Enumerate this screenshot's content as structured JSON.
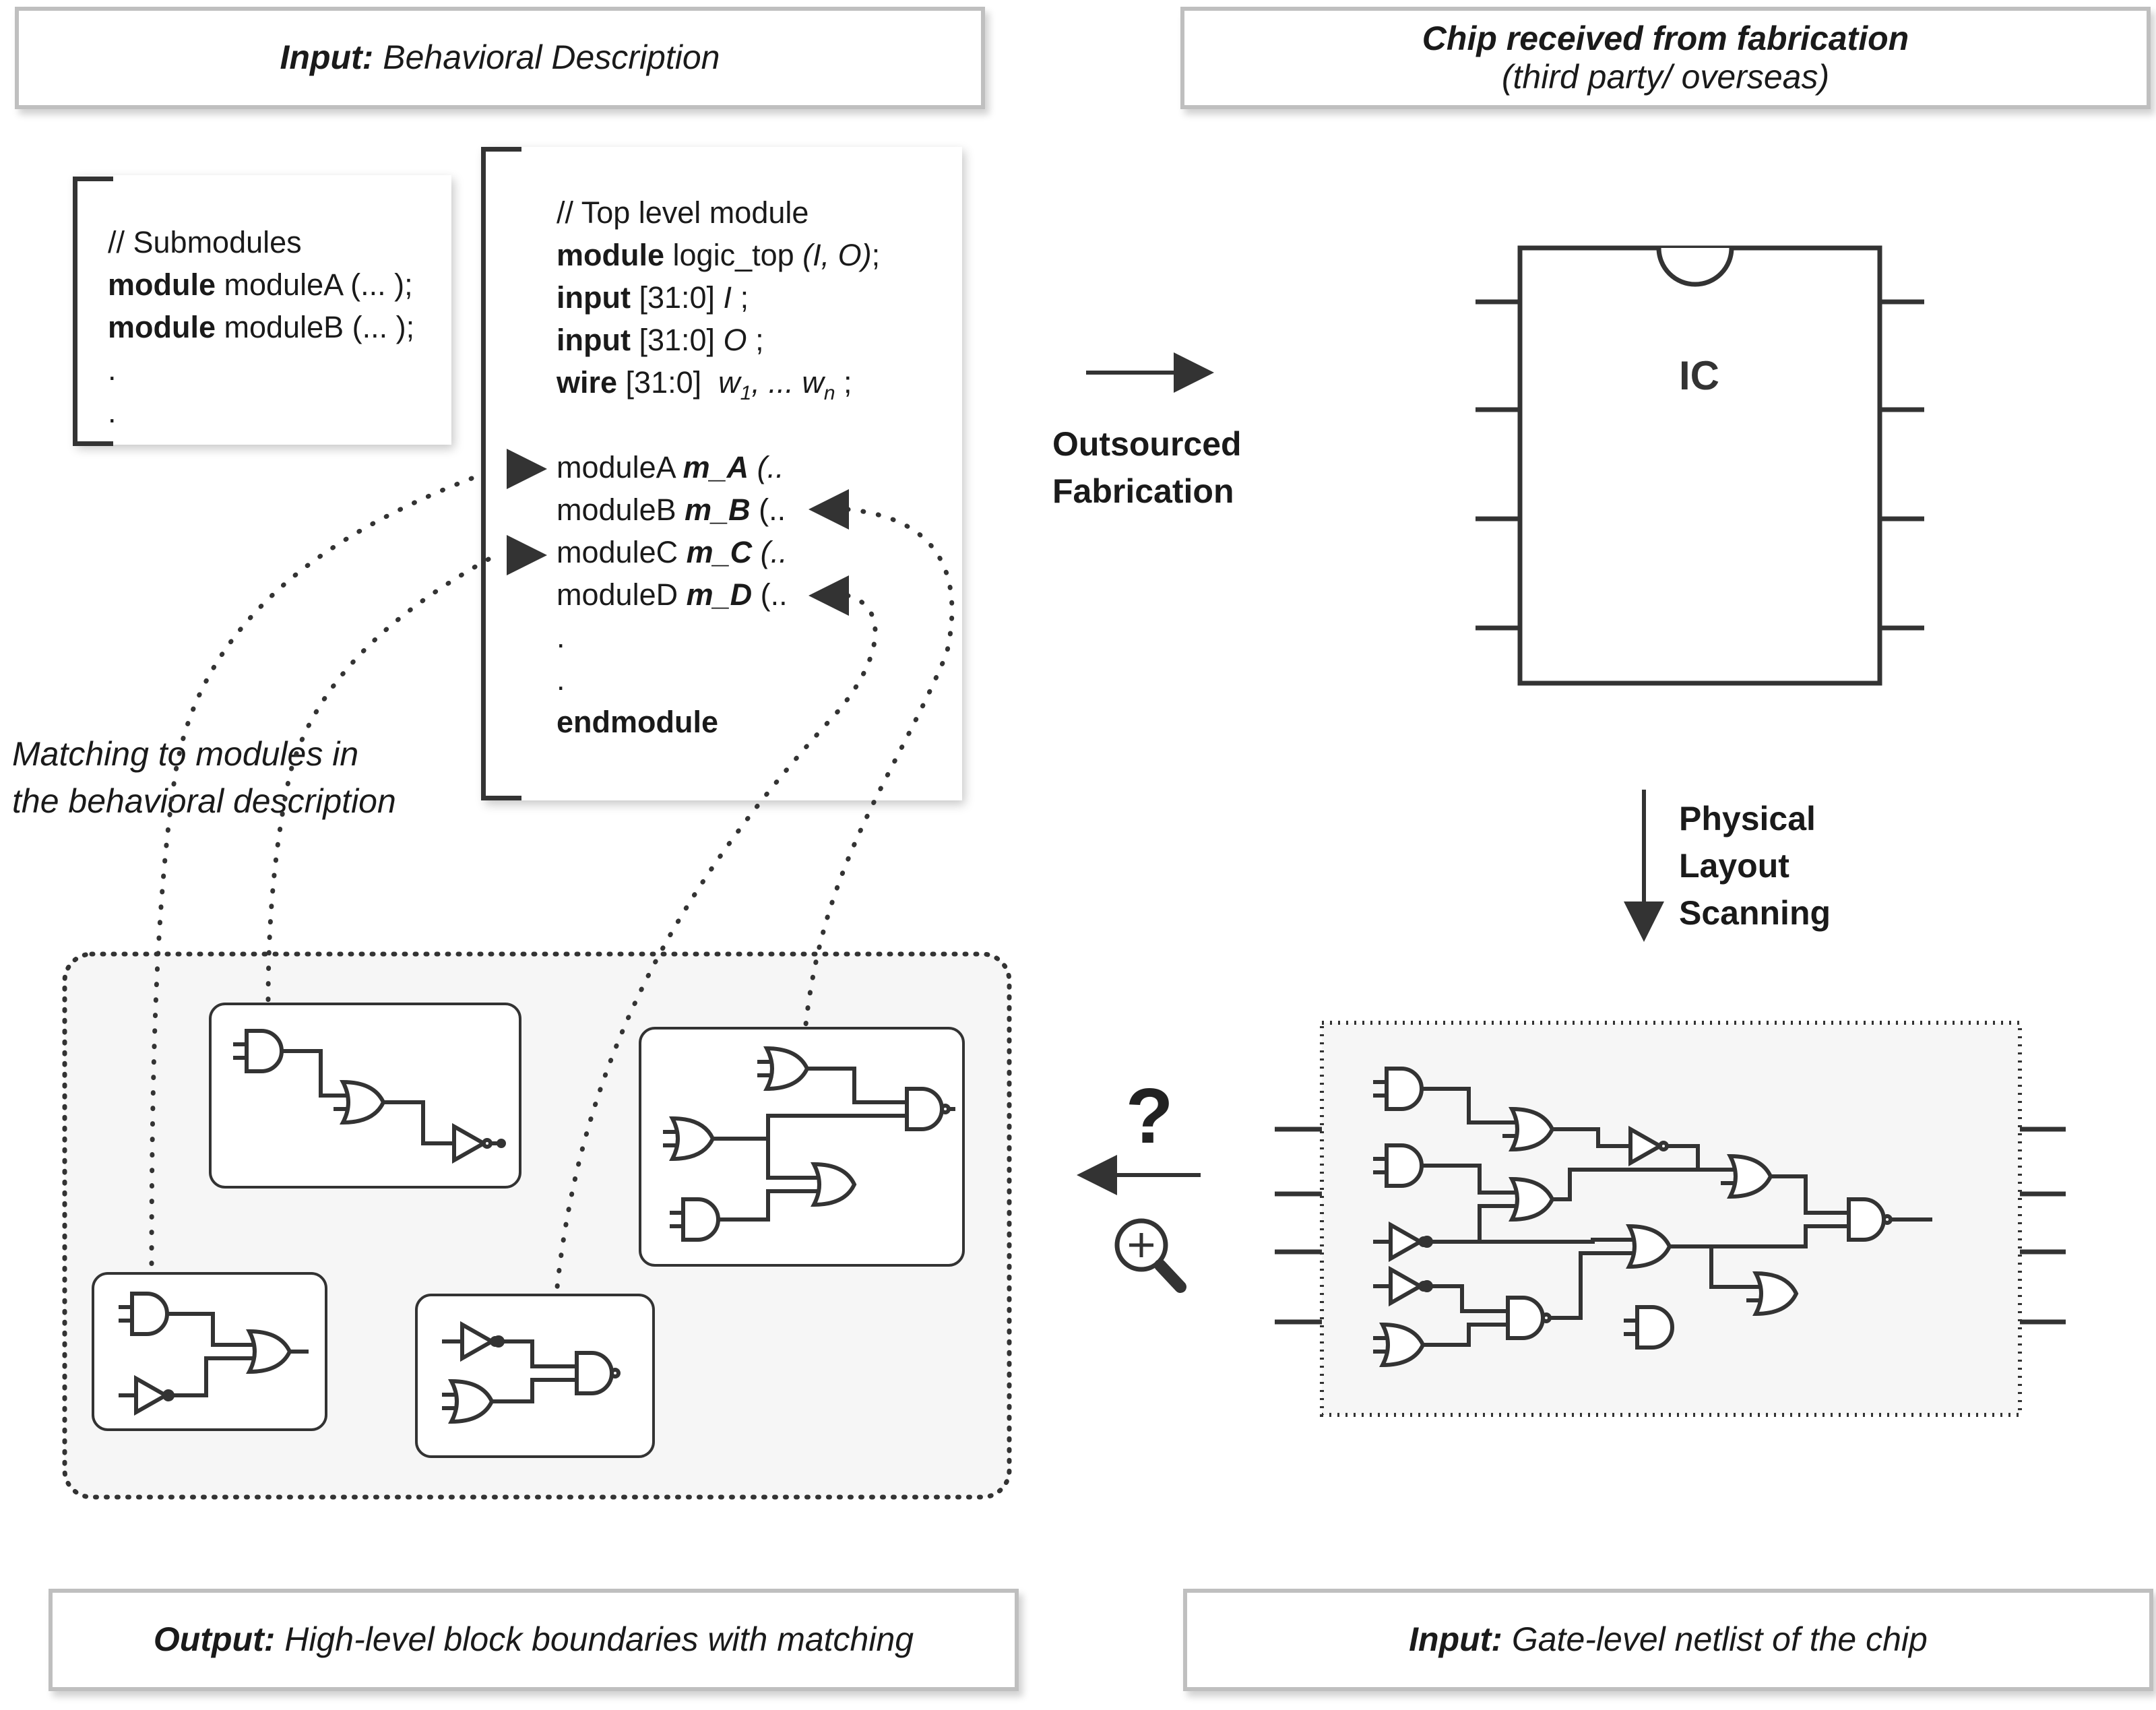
{
  "top_left_box": {
    "bold": "Input:",
    "rest": " Behavioral Description"
  },
  "top_right_box": {
    "line1": "Chip received from fabrication",
    "line2": "(third party/ overseas)"
  },
  "bottom_left_box": {
    "bold": "Output:",
    "rest": " High-level block boundaries with matching"
  },
  "bottom_right_box": {
    "bold": "Input:",
    "rest": " Gate-level netlist of the chip"
  },
  "submodules_card": {
    "comment": "// Submodules",
    "lines": [
      {
        "kw": "module",
        "text": " moduleA (... );"
      },
      {
        "kw": "module",
        "text": " moduleB (... );"
      }
    ],
    "dots": [
      ".",
      "."
    ]
  },
  "top_module_card": {
    "comment": "// Top level module",
    "l1": {
      "kw": "module",
      "text": " logic_top ",
      "it": "(I, O)",
      "end": ";"
    },
    "l2": {
      "kw": "input",
      "text": " [31:0] ",
      "it": "I",
      "end": " ;"
    },
    "l3": {
      "kw": "input",
      "text": " [31:0] ",
      "it": "O",
      "end": " ;"
    },
    "l4": {
      "kw": "wire",
      "text": " [31:0]  ",
      "w": "w",
      "sub1": "1",
      "mid": ", ... w",
      "subn": "n",
      "end": " ;"
    },
    "instances": [
      {
        "mod": "moduleA ",
        "inst": "m_A",
        "rest": " (.."
      },
      {
        "mod": "moduleB ",
        "inst": "m_B",
        "rest": " (.."
      },
      {
        "mod": "moduleC ",
        "inst": "m_C",
        "rest": " (.."
      },
      {
        "mod": "moduleD ",
        "inst": "m_D",
        "rest": " (.."
      }
    ],
    "dots": [
      ".",
      "."
    ],
    "end": "endmodule"
  },
  "outsourced_label": [
    "Outsourced",
    "Fabrication"
  ],
  "scanning_label": [
    "Physical",
    "Layout",
    "Scanning"
  ],
  "matching_label": [
    "Matching to modules in",
    "the behavioral description"
  ],
  "ic_label": "IC",
  "question_mark": "?",
  "icons": [
    "zoom-in-icon",
    "arrow-right-icon",
    "arrow-down-icon",
    "arrow-left-icon"
  ],
  "colors": {
    "stroke": "#333333",
    "border": "#bfbfbf",
    "panel": "#f6f6f6"
  }
}
